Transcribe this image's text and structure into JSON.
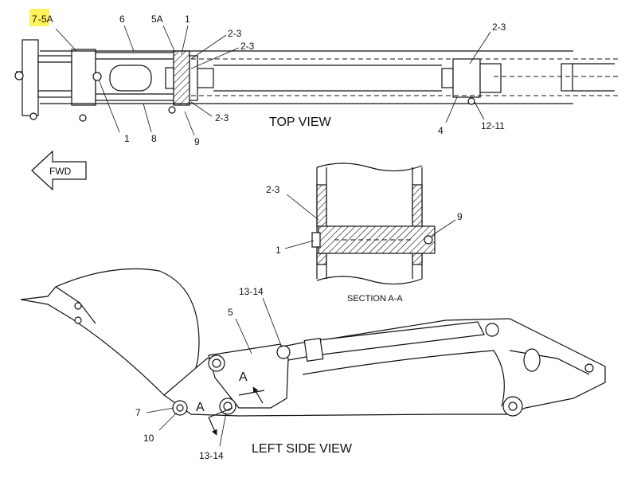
{
  "views": {
    "top": "TOP VIEW",
    "section": "SECTION A-A",
    "side": "LEFT SIDE VIEW"
  },
  "direction": {
    "fwd": "FWD"
  },
  "callouts": {
    "top_7": "7",
    "top_5a_left": "-5A",
    "top_6": "6",
    "top_5a": "5A",
    "top_1_upper": "1",
    "top_23_a": "2-3",
    "top_23_b": "2-3",
    "top_23_c": "2-3",
    "top_1_lower": "1",
    "top_8": "8",
    "top_9": "9",
    "top_23_right": "2-3",
    "top_4": "4",
    "top_1211": "12-11",
    "sec_23": "2-3",
    "sec_9": "9",
    "sec_1": "1",
    "side_1314_top": "13-14",
    "side_5": "5",
    "side_a_upper": "A",
    "side_a_lower": "A",
    "side_7": "7",
    "side_10": "10",
    "side_1314_bottom": "13-14"
  },
  "highlight_color": "#fff35a"
}
